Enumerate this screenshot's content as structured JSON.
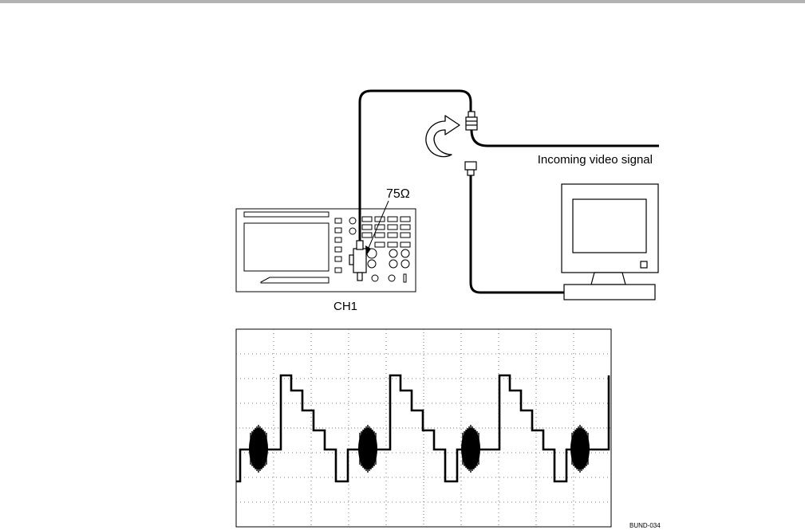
{
  "labels": {
    "incoming": "Incoming video signal",
    "impedance": "75Ω",
    "channel": "CH1",
    "figure_id": "BUND-034"
  },
  "colors": {
    "line": "#000000",
    "grid": "#555555",
    "top_rule": "#b3b3b3"
  },
  "icons": [
    "oscilloscope-icon",
    "bnc-connector-icon",
    "rotate-arrow-icon",
    "monitor-icon",
    "terminator-icon"
  ]
}
